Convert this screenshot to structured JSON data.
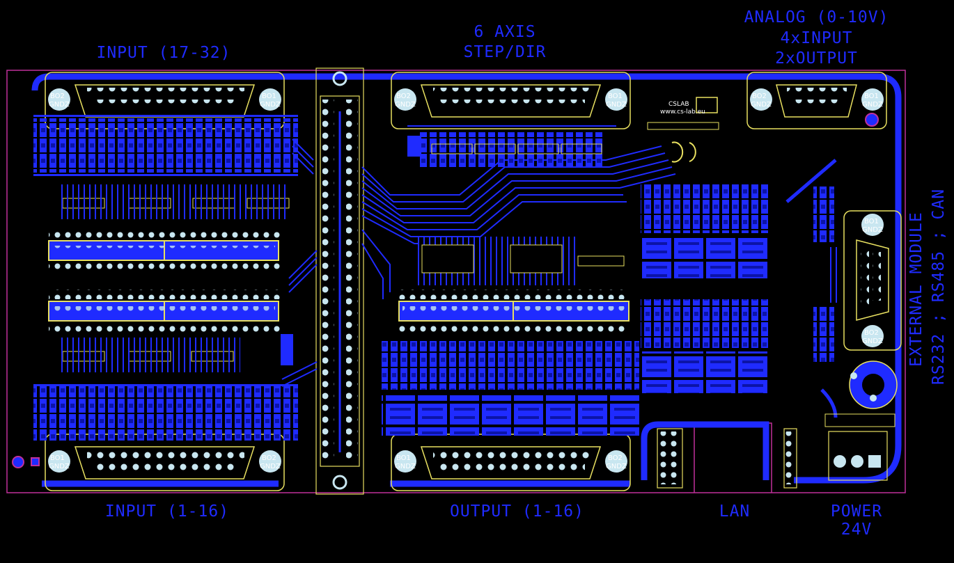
{
  "labels": {
    "input_17_32": "INPUT (17-32)",
    "axis_line1": "6 AXIS",
    "axis_line2": "STEP/DIR",
    "analog_line1": "ANALOG (0-10V)",
    "analog_line2": "4xINPUT",
    "analog_line3": "2xOUTPUT",
    "ext_line1": "EXTERNAL MODULE",
    "ext_line2": "RS232 ; RS485 ; CAN",
    "input_1_16": "INPUT (1-16)",
    "output_1_16": "OUTPUT (1-16)",
    "lan": "LAN",
    "power_line1": "POWER",
    "power_line2": "24V"
  },
  "connector_marks": {
    "bo1": "BO1",
    "bo2": "BO2",
    "gndz": "GNDZ"
  },
  "logo": {
    "brand": "CSLAB",
    "url": "www.cs-lab.eu"
  },
  "colors": {
    "background": "#000000",
    "copper": "#1f2bff",
    "outline": "#c0309a",
    "silk": "#e8e060",
    "pad": "#c8e6f0"
  }
}
